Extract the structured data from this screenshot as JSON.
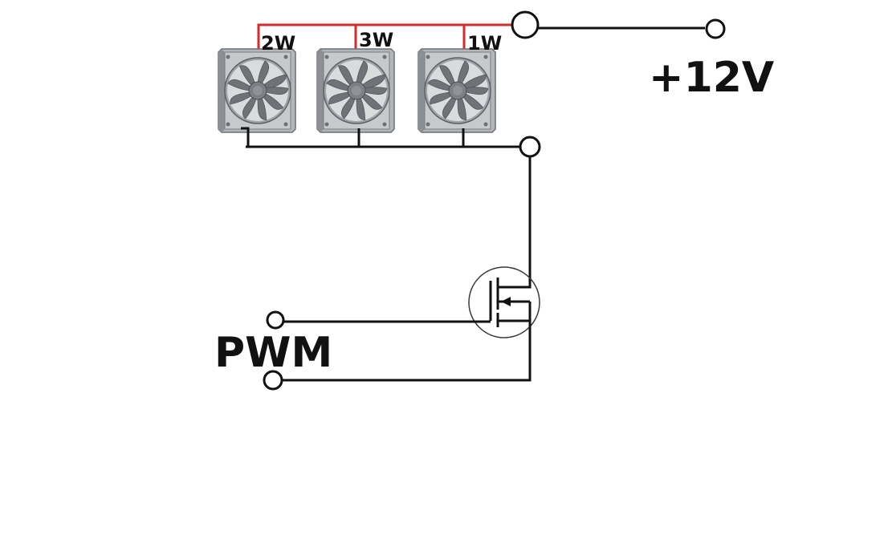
{
  "diagram": {
    "fans": [
      {
        "power_label": "2W"
      },
      {
        "power_label": "3W"
      },
      {
        "power_label": "1W"
      }
    ],
    "supply_label": "+12V",
    "pwm_label": "PWM",
    "colors": {
      "supply_wire": "#d62b2b",
      "ground_wire": "#111111",
      "fan_frame": "#9a9da1",
      "fan_blade": "#6f7378"
    },
    "icons": {
      "fan": "fan-icon",
      "mosfet": "mosfet-icon",
      "terminal": "terminal-icon"
    }
  }
}
